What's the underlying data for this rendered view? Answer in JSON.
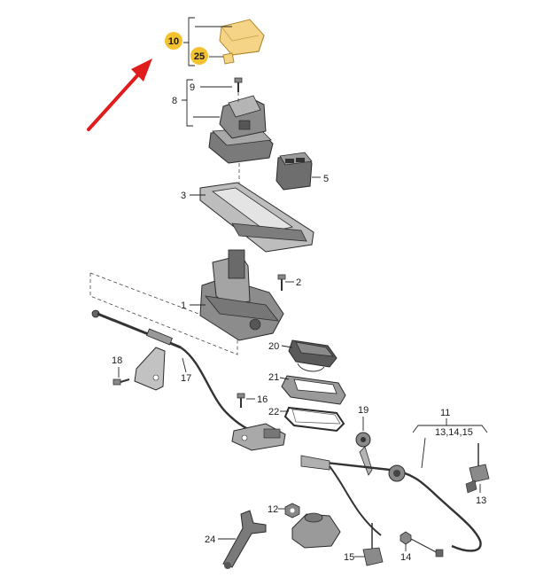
{
  "diagram": {
    "labels": {
      "l1": "1",
      "l2": "2",
      "l3": "3",
      "l5": "5",
      "l8": "8",
      "l9": "9",
      "l10": "10",
      "l11": "11",
      "l11sub": "13,14,15",
      "l12": "12",
      "l13": "13",
      "l14": "14",
      "l15": "15",
      "l16": "16",
      "l17": "17",
      "l18": "18",
      "l19": "19",
      "l20": "20",
      "l21": "21",
      "l22": "22",
      "l24": "24",
      "l25": "25"
    },
    "colors": {
      "highlight_badge": "#f2c230",
      "highlight_part": "#f5d488",
      "arrow": "#e01c1c",
      "metal": "#c9c9c9",
      "dark": "#6a6a6a",
      "line": "#222222"
    }
  }
}
